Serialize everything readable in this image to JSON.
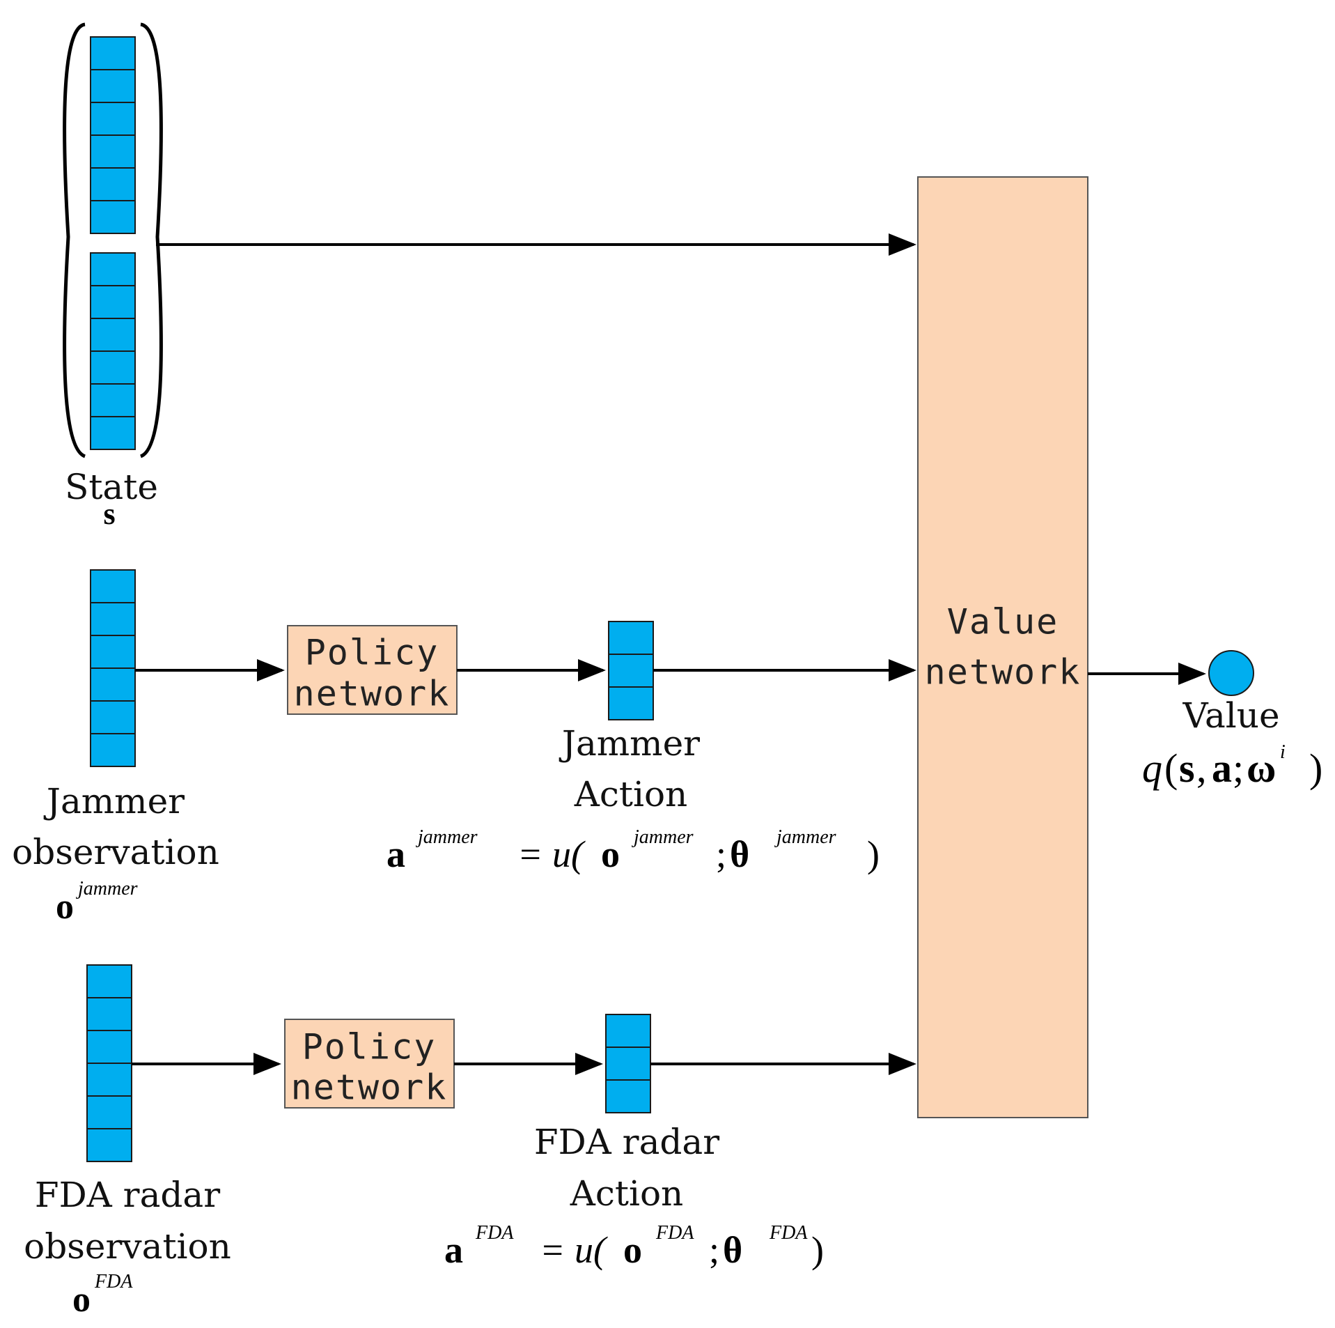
{
  "colors": {
    "vector_cell": "#00AEEF",
    "network_box": "#FCD5B5",
    "arrow": "#000000"
  },
  "state": {
    "label": "State",
    "symbol": "s"
  },
  "jammer": {
    "obs_label_1": "Jammer",
    "obs_label_2": "observation",
    "obs_symbol_base": "o",
    "obs_symbol_sup": "jammer",
    "policy_line_1": "Policy",
    "policy_line_2": "network",
    "action_label_1": "Jammer",
    "action_label_2": "Action",
    "eq_a": "a",
    "eq_a_sup": "jammer",
    "eq_mid": "= u(",
    "eq_o": "o",
    "eq_o_sup": "jammer",
    "eq_sep": ";",
    "eq_theta": "θ",
    "eq_theta_sup": "jammer",
    "eq_close": ")"
  },
  "fda": {
    "obs_label_1": "FDA radar",
    "obs_label_2": "observation",
    "obs_symbol_base": "o",
    "obs_symbol_sup": "FDA",
    "policy_line_1": "Policy",
    "policy_line_2": "network",
    "action_label_1": "FDA radar",
    "action_label_2": "Action",
    "eq_a": "a",
    "eq_a_sup": "FDA",
    "eq_mid": "= u(",
    "eq_o": "o",
    "eq_o_sup": "FDA",
    "eq_sep": ";",
    "eq_theta": "θ",
    "eq_theta_sup": "FDA",
    "eq_close": ")"
  },
  "value_network": {
    "line_1": "Value",
    "line_2": "network"
  },
  "value_output": {
    "label": "Value",
    "q": "q",
    "open": "(",
    "s": "s",
    "comma": ",",
    "a": "a",
    "semi": ";",
    "omega": "ω",
    "omega_sup": "i",
    "close": ")"
  }
}
